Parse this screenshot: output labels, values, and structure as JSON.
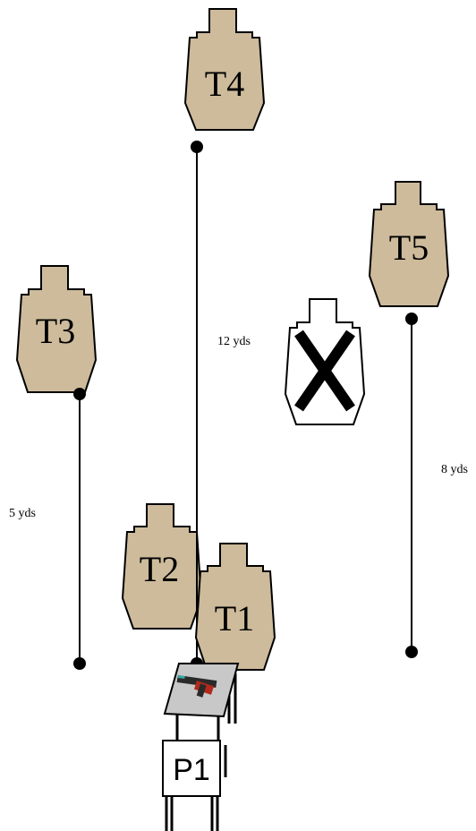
{
  "colors": {
    "target_fill": "#cdbb9b",
    "no_shoot_fill": "#ffffff",
    "outline": "#000000",
    "table_top": "#c8c8c8",
    "background": "#ffffff"
  },
  "targets": [
    {
      "label": "T4"
    },
    {
      "label": "T5"
    },
    {
      "label": "T3"
    },
    {
      "label": "T2"
    },
    {
      "label": "T1"
    }
  ],
  "no_shoot": {
    "icon": "x-mark-icon"
  },
  "distances": {
    "t4": "12 yds",
    "t5": "8 yds",
    "t3": "5 yds"
  },
  "position": {
    "label": "P1"
  },
  "table": {
    "item_icon": "pistol-icon"
  }
}
